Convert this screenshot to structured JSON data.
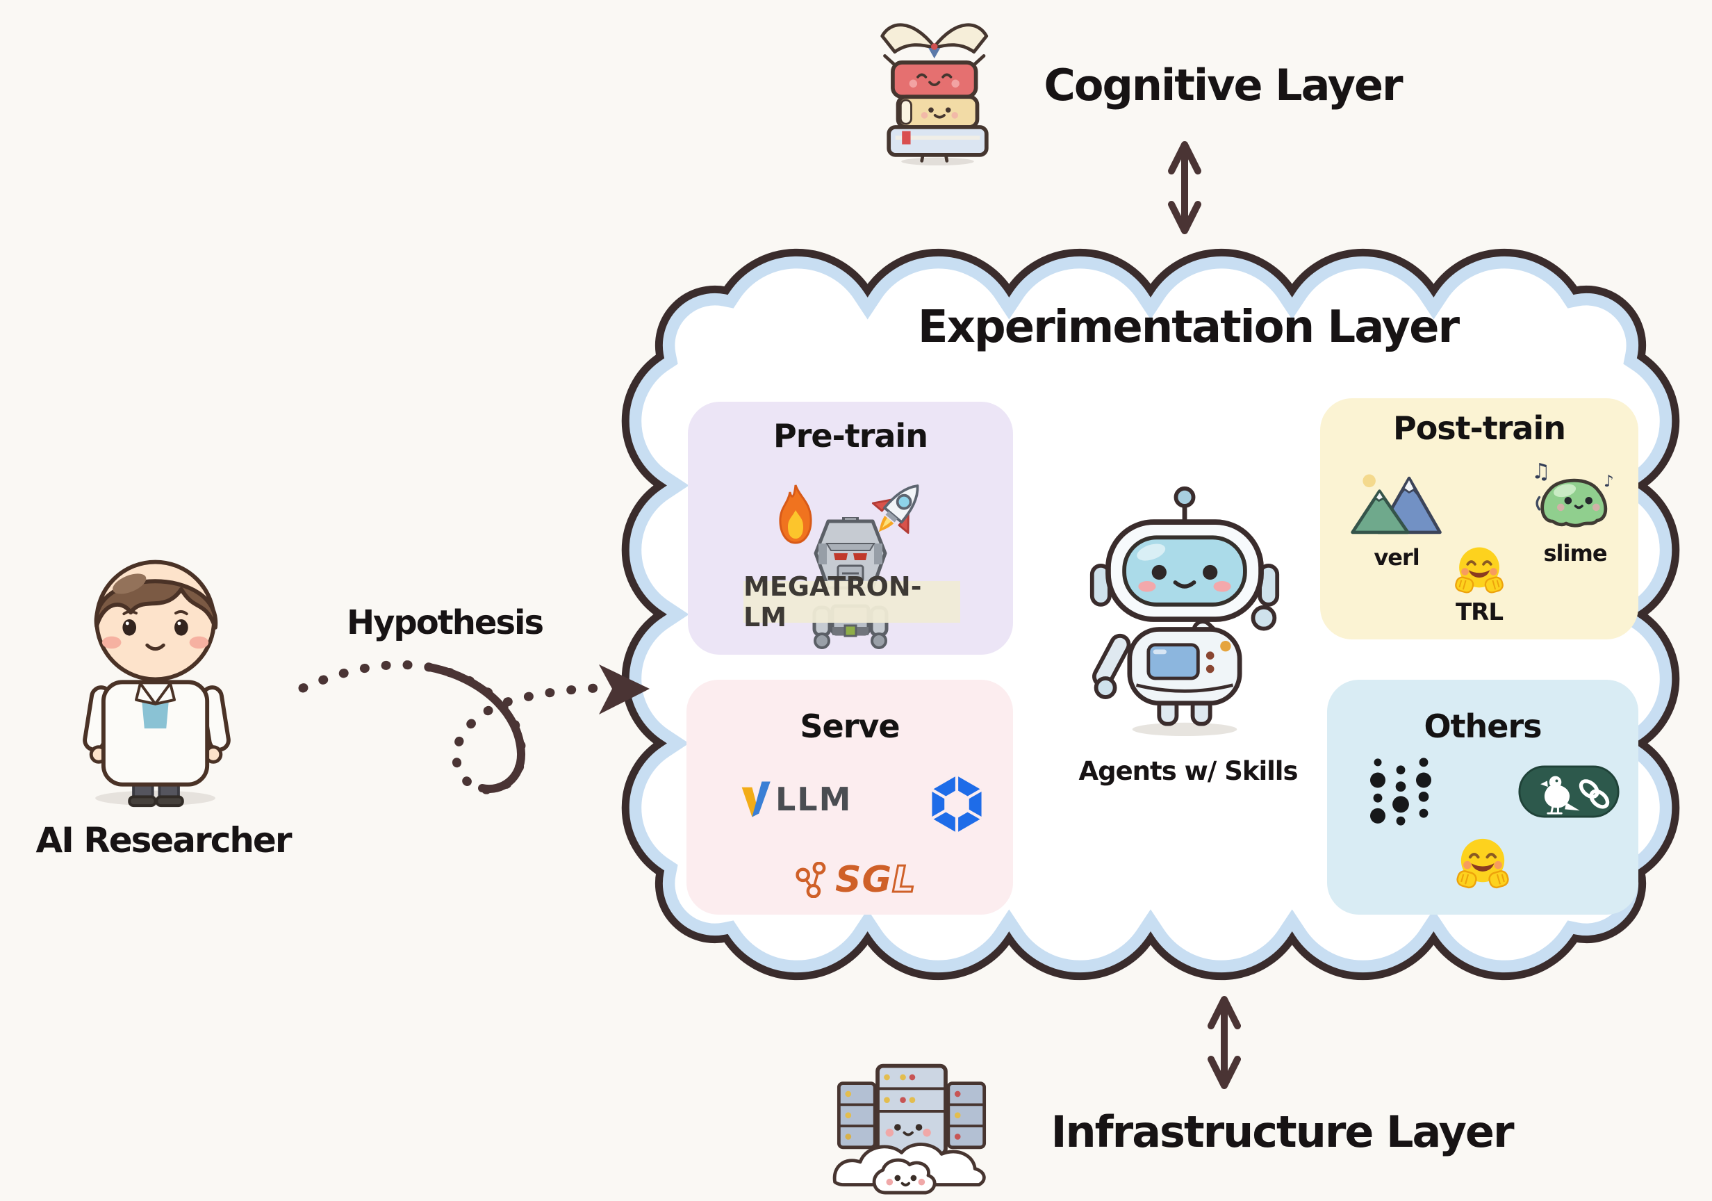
{
  "layers": {
    "cognitive": {
      "title": "Cognitive Layer"
    },
    "experimentation": {
      "title": "Experimentation Layer"
    },
    "infrastructure": {
      "title": "Infrastructure Layer"
    }
  },
  "researcher": {
    "label": "AI Researcher",
    "hypothesis_label": "Hypothesis"
  },
  "agent": {
    "label": "Agents w/ Skills"
  },
  "panels": {
    "pretrain": {
      "title": "Pre-train",
      "megatron_label": "MEGATRON-LM",
      "icons": [
        "fire-icon",
        "rocket-icon",
        "megatron-robot-icon"
      ]
    },
    "posttrain": {
      "title": "Post-train",
      "verl_label": "verl",
      "slime_label": "slime",
      "trl_label": "TRL",
      "note1": "♫",
      "note2": "♪",
      "icons": [
        "mountains-icon",
        "slime-icon",
        "hugging-face-icon"
      ]
    },
    "serve": {
      "title": "Serve",
      "vllm_v": "v",
      "vllm_llm": "LLM",
      "sgl_sg": "SG",
      "sgl_l": "L",
      "icons": [
        "vllm-v-icon",
        "hexagon-cube-icon",
        "molecule-icon"
      ]
    },
    "others": {
      "title": "Others",
      "icons": [
        "dots-grid-icon",
        "bird-chain-icon",
        "hugging-face-icon"
      ]
    }
  },
  "colors": {
    "background": "#faf8f4",
    "cloud_outline": "#3a2c2c",
    "cloud_band": "#c8def2",
    "pretrain_bg": "#ece5f6",
    "posttrain_bg": "#fbf3d3",
    "serve_bg": "#fcedef",
    "others_bg": "#d9ecf4",
    "arrow": "#4a3434",
    "text": "#171314",
    "vllm_yellow": "#f2ac17",
    "vllm_blue": "#3a7fd5",
    "vllm_text": "#4a4d52",
    "sgl_orange": "#cf6028",
    "hexagon_blue": "#1e6ce8",
    "pill_green": "#2d594c",
    "hf_yellow": "#fdd21e"
  }
}
